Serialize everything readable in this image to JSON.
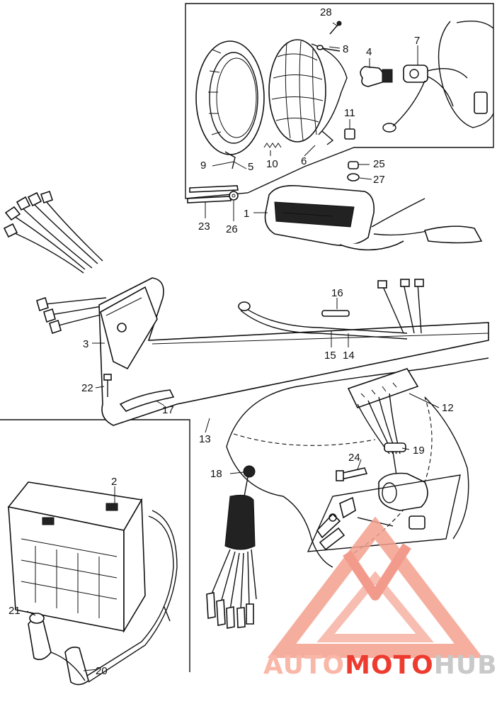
{
  "callouts": [
    {
      "id": "28",
      "label": "28"
    },
    {
      "id": "8",
      "label": "8"
    },
    {
      "id": "4",
      "label": "4"
    },
    {
      "id": "7",
      "label": "7"
    },
    {
      "id": "11",
      "label": "11"
    },
    {
      "id": "9",
      "label": "9"
    },
    {
      "id": "5",
      "label": "5"
    },
    {
      "id": "10",
      "label": "10"
    },
    {
      "id": "6",
      "label": "6"
    },
    {
      "id": "25",
      "label": "25"
    },
    {
      "id": "27",
      "label": "27"
    },
    {
      "id": "1",
      "label": "1"
    },
    {
      "id": "23",
      "label": "23"
    },
    {
      "id": "26",
      "label": "26"
    },
    {
      "id": "16",
      "label": "16"
    },
    {
      "id": "3",
      "label": "3"
    },
    {
      "id": "15",
      "label": "15"
    },
    {
      "id": "14",
      "label": "14"
    },
    {
      "id": "22",
      "label": "22"
    },
    {
      "id": "17",
      "label": "17"
    },
    {
      "id": "12",
      "label": "12"
    },
    {
      "id": "13",
      "label": "13"
    },
    {
      "id": "19",
      "label": "19"
    },
    {
      "id": "24",
      "label": "24"
    },
    {
      "id": "18",
      "label": "18"
    },
    {
      "id": "2",
      "label": "2"
    },
    {
      "id": "21",
      "label": "21"
    },
    {
      "id": "20",
      "label": "20"
    }
  ],
  "watermark": {
    "part1": "AUTO",
    "part2": "MOTO",
    "part3": "HUB",
    "color_light": "#f9b7a8",
    "color_red": "#ee3b2f",
    "color_grey": "#c9c9c9"
  }
}
